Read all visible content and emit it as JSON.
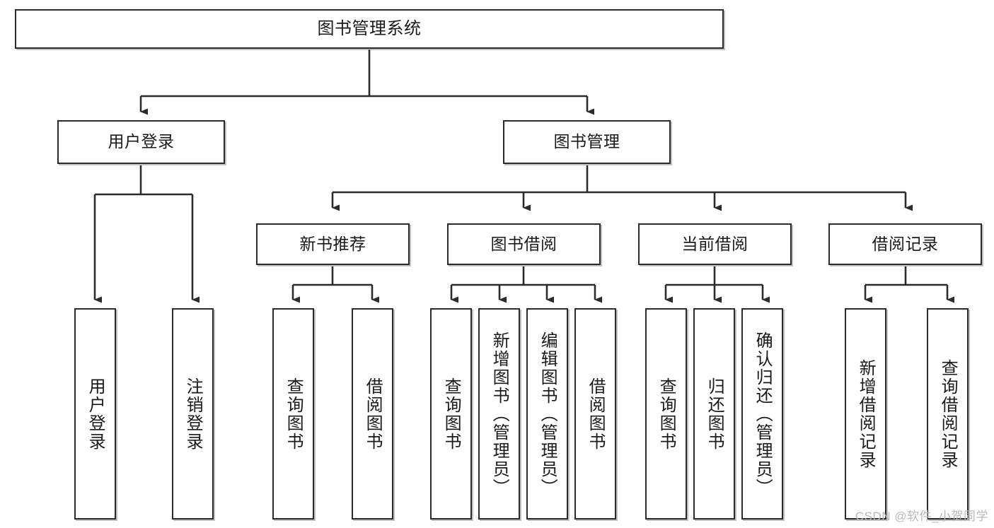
{
  "diagram": {
    "title": "图书管理系统",
    "type": "tree-hierarchy",
    "watermark": "CSDN @软件_小贺同学",
    "colors": {
      "box_border": "#2b2b2b",
      "box_fill": "#ffffff",
      "edge": "#2b2b2b",
      "text": "#1a1a1a",
      "watermark": "#b9b9b9",
      "background": "#ffffff"
    }
  },
  "nodes": {
    "root": {
      "label": "图书管理系统"
    },
    "level2": [
      {
        "id": "user-login",
        "label": "用户登录"
      },
      {
        "id": "book-manage",
        "label": "图书管理"
      }
    ],
    "level3": [
      {
        "id": "new-book-recommend",
        "label": "新书推荐"
      },
      {
        "id": "book-borrow",
        "label": "图书借阅"
      },
      {
        "id": "current-borrow",
        "label": "当前借阅"
      },
      {
        "id": "borrow-record",
        "label": "借阅记录"
      }
    ],
    "leaves": {
      "user-login": [
        {
          "id": "leaf-user-login",
          "label": "用户登录"
        },
        {
          "id": "leaf-logout-login",
          "label": "注销登录"
        }
      ],
      "new-book-recommend": [
        {
          "id": "leaf-query-book-1",
          "label": "查询图书"
        },
        {
          "id": "leaf-borrow-book-1",
          "label": "借阅图书"
        }
      ],
      "book-borrow": [
        {
          "id": "leaf-query-book-2",
          "label": "查询图书"
        },
        {
          "id": "leaf-add-book",
          "label": "新增图书（管理员）"
        },
        {
          "id": "leaf-edit-book",
          "label": "编辑图书（管理员）"
        },
        {
          "id": "leaf-borrow-book-2",
          "label": "借阅图书"
        }
      ],
      "current-borrow": [
        {
          "id": "leaf-query-book-3",
          "label": "查询图书"
        },
        {
          "id": "leaf-return-book",
          "label": "归还图书"
        },
        {
          "id": "leaf-confirm-return",
          "label": "确认归还（管理员）"
        }
      ],
      "borrow-record": [
        {
          "id": "leaf-add-record",
          "label": "新增借阅记录"
        },
        {
          "id": "leaf-query-record",
          "label": "查询借阅记录"
        }
      ]
    }
  }
}
